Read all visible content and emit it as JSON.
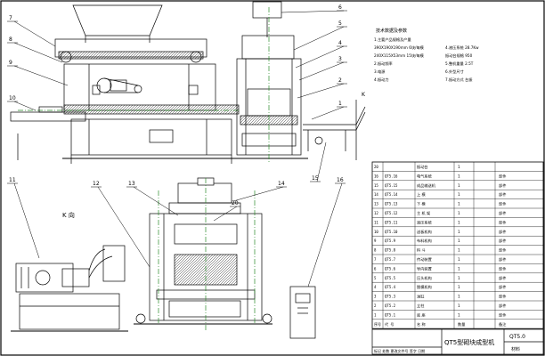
{
  "callouts": [
    "1",
    "2",
    "3",
    "4",
    "5",
    "6",
    "7",
    "8",
    "9",
    "10",
    "11",
    "12",
    "13",
    "14",
    "15",
    "16",
    "20"
  ],
  "view_label_k": "K",
  "view_title_k": "K 向",
  "specs": {
    "title": "技术数据及参数",
    "rows": [
      {
        "a": "1.主要产品规格及产量",
        "b": ""
      },
      {
        "a": "390X190X190mm 6块/每模",
        "b": "4.液压系统  28.7Kw"
      },
      {
        "a": "240X115X53mm 15块/每模",
        "b": "振动台规格  950"
      },
      {
        "a": "2.振动频率",
        "b": "5.整机重量  2.5T"
      },
      {
        "a": "3.电源",
        "b": "6.外型尺寸"
      },
      {
        "a": "4.振动力",
        "b": "7.振动方式  台振"
      }
    ]
  },
  "bom": {
    "rows": [
      {
        "no": "20",
        "code": "",
        "name": "振动台",
        "qty": "1",
        "note": ""
      },
      {
        "no": "16",
        "code": "QT5.16",
        "name": "电气系统",
        "qty": "1",
        "note": "部件"
      },
      {
        "no": "15",
        "code": "QT5.15",
        "name": "成品输送机",
        "qty": "1",
        "note": "部件"
      },
      {
        "no": "14",
        "code": "QT5.14",
        "name": "上 模",
        "qty": "1",
        "note": "部件"
      },
      {
        "no": "13",
        "code": "QT5.13",
        "name": "下 模",
        "qty": "1",
        "note": "部件"
      },
      {
        "no": "12",
        "code": "QT5.12",
        "name": "主 机 架",
        "qty": "1",
        "note": "部件"
      },
      {
        "no": "11",
        "code": "QT5.11",
        "name": "液压系统",
        "qty": "1",
        "note": "部件"
      },
      {
        "no": "10",
        "code": "QT5.10",
        "name": "送板机构",
        "qty": "1",
        "note": "部件"
      },
      {
        "no": "9",
        "code": "QT5.9",
        "name": "布料机构",
        "qty": "1",
        "note": "部件"
      },
      {
        "no": "8",
        "code": "QT5.8",
        "name": "料 斗",
        "qty": "1",
        "note": "部件"
      },
      {
        "no": "7",
        "code": "QT5.7",
        "name": "传动装置",
        "qty": "1",
        "note": "部件"
      },
      {
        "no": "6",
        "code": "QT5.6",
        "name": "导向装置",
        "qty": "1",
        "note": "部件"
      },
      {
        "no": "5",
        "code": "QT5.5",
        "name": "压头机构",
        "qty": "1",
        "note": "部件"
      },
      {
        "no": "4",
        "code": "QT5.4",
        "name": "脱模机构",
        "qty": "1",
        "note": "部件"
      },
      {
        "no": "3",
        "code": "QT5.3",
        "name": "油缸",
        "qty": "1",
        "note": "部件"
      },
      {
        "no": "2",
        "code": "QT5.2",
        "name": "立柱",
        "qty": "1",
        "note": "部件"
      },
      {
        "no": "1",
        "code": "QT5.1",
        "name": "底 座",
        "qty": "1",
        "note": "部件"
      }
    ],
    "header": {
      "no": "序号",
      "code": "代 号",
      "name": "名 称",
      "qty": "数量",
      "note": "备注"
    }
  },
  "title_block": {
    "product": "QT5型砌块成型机",
    "drawing_no": "QT5.0",
    "material_label": "材料",
    "footer": "标记 处数 更改文件号 签字 日期"
  }
}
